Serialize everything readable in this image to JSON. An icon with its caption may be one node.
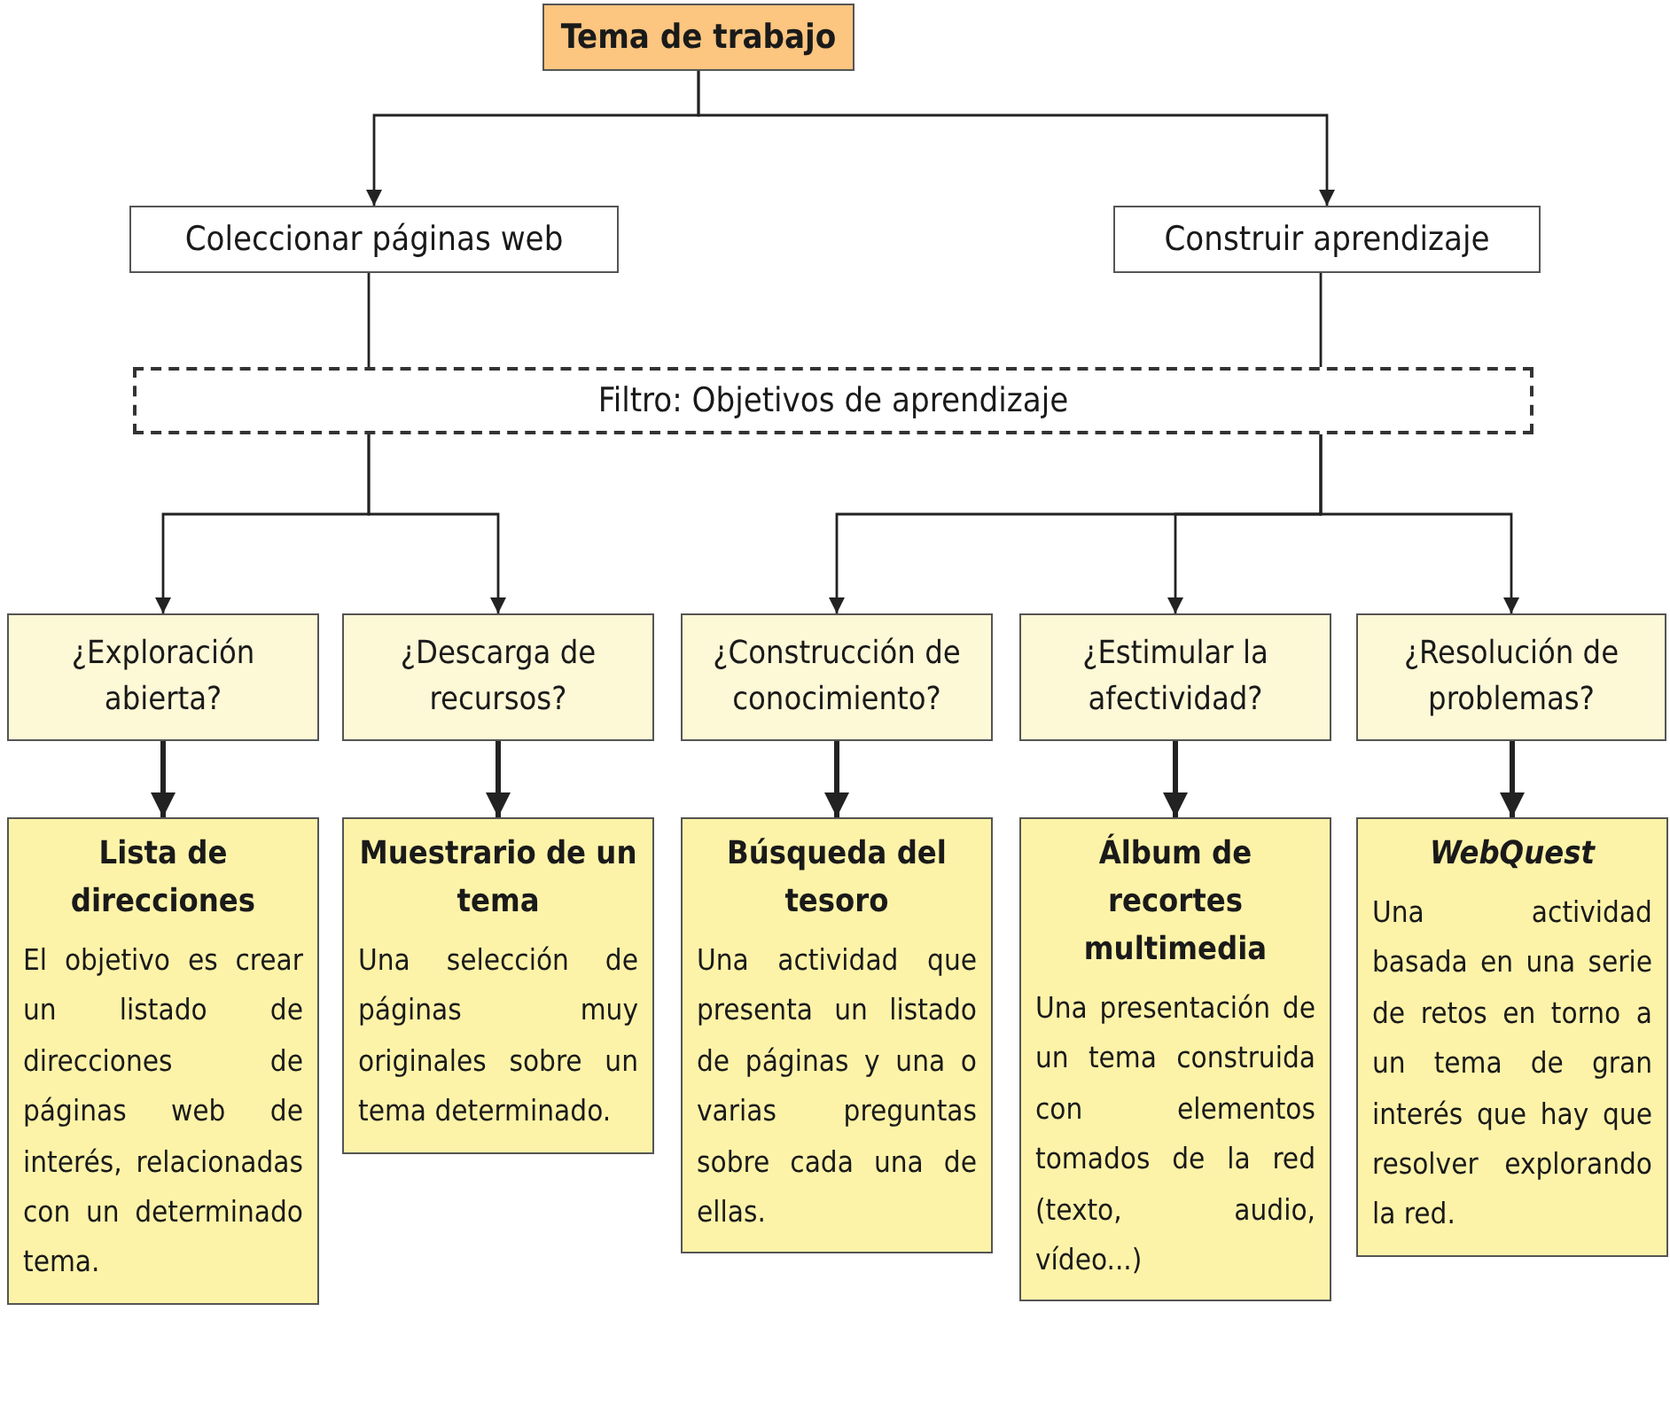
{
  "diagram": {
    "nodes": [
      {
        "text": [
          "Tema de trabajo"
        ]
      },
      {
        "text": [
          "Coleccionar páginas web"
        ]
      },
      {
        "text": [
          "Construir aprendizaje"
        ]
      },
      {
        "text": [
          "Filtro: Objetivos de aprendizaje"
        ]
      },
      {
        "text": [
          "¿Exploración abierta?"
        ]
      },
      {
        "text": [
          "¿Descarga de recursos?"
        ]
      },
      {
        "text": [
          "¿Construcción de conocimiento?"
        ]
      },
      {
        "text": [
          "¿Estimular la afectividad?"
        ]
      },
      {
        "text": [
          "¿Resolución de problemas?"
        ]
      },
      {
        "text": [
          "Lista de direcciones",
          "El objetivo es crear un listado de direcciones de páginas web de interés, relacionadas con un determinado tema."
        ]
      },
      {
        "text": [
          "Muestrario de un tema",
          "Una selección de páginas muy originales sobre un tema determinado."
        ]
      },
      {
        "text": [
          "Búsqueda del tesoro",
          "Una actividad que presenta un listado de páginas y una o varias preguntas sobre cada una de ellas."
        ]
      },
      {
        "text": [
          "Álbum de recortes multimedia",
          "Una presentación de un tema construida con elementos tomados de la red (texto, audio, vídeo...)"
        ]
      },
      {
        "text": [
          "WebQuest",
          "Una actividad basada en una serie de retos en torno a un tema de gran interés que hay que resolver explorando la red."
        ]
      }
    ],
    "edges": [
      {
        "from": 0,
        "to": 1,
        "arrow": "to"
      },
      {
        "from": 0,
        "to": 2,
        "arrow": "to"
      },
      {
        "from": 1,
        "to": 3,
        "arrow": "none"
      },
      {
        "from": 2,
        "to": 3,
        "arrow": "none"
      },
      {
        "from": 3,
        "to": 4,
        "arrow": "to"
      },
      {
        "from": 3,
        "to": 5,
        "arrow": "to"
      },
      {
        "from": 3,
        "to": 6,
        "arrow": "to"
      },
      {
        "from": 3,
        "to": 7,
        "arrow": "to"
      },
      {
        "from": 3,
        "to": 8,
        "arrow": "to"
      },
      {
        "from": 4,
        "to": 9,
        "arrow": "to",
        "style": "thick"
      },
      {
        "from": 5,
        "to": 10,
        "arrow": "to",
        "style": "thick"
      },
      {
        "from": 6,
        "to": 11,
        "arrow": "to",
        "style": "thick"
      },
      {
        "from": 7,
        "to": 12,
        "arrow": "to",
        "style": "thick"
      },
      {
        "from": 8,
        "to": 13,
        "arrow": "to",
        "style": "thick"
      }
    ]
  }
}
